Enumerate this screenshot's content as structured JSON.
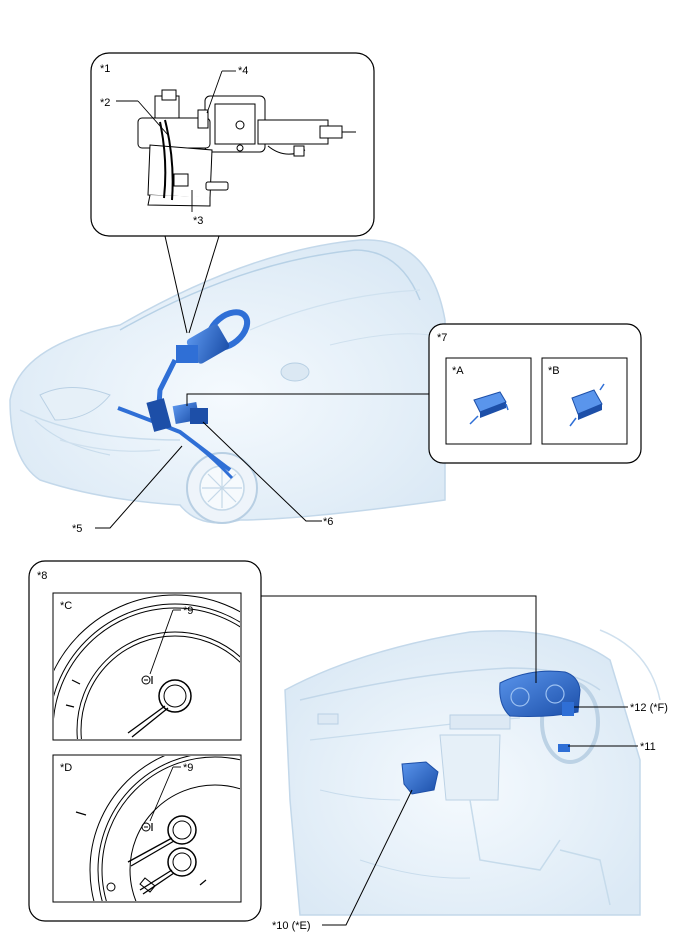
{
  "labels": {
    "c1": "*1",
    "c2": "*2",
    "c3": "*3",
    "c4": "*4",
    "c5": "*5",
    "c6": "*6",
    "c7": "*7",
    "cA": "*A",
    "cB": "*B",
    "c8": "*8",
    "cC": "*C",
    "cD": "*D",
    "c9a": "*9",
    "c9b": "*9",
    "c10": "*10 (*E)",
    "c11": "*11",
    "c12": "*12 (*F)"
  },
  "colors": {
    "component": "#2f6fd6",
    "component_dark": "#1d4fa8",
    "vehicle_fill": "#eef5fb",
    "vehicle_line": "#a9c7df",
    "outline": "#000000"
  }
}
